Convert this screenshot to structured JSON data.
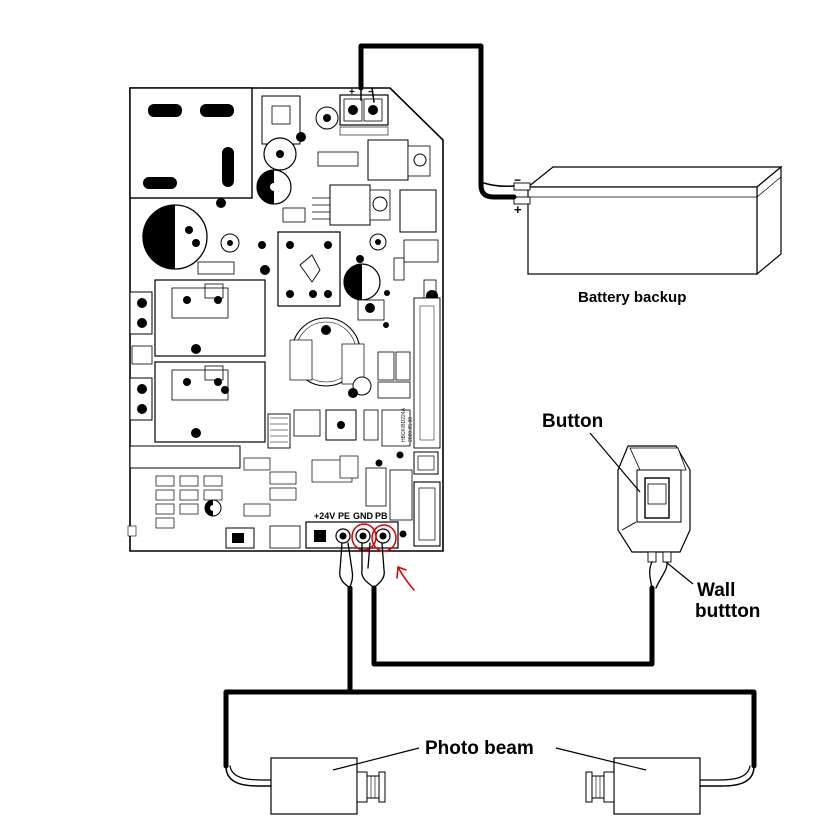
{
  "labels": {
    "battery": "Battery backup",
    "button": "Button",
    "wall_line1": "Wall",
    "wall_line2": "buttton",
    "photo_beam": "Photo beam"
  },
  "board": {
    "terminals": [
      "+24V",
      "PE",
      "GND",
      "PB"
    ],
    "battery_plus": "+",
    "battery_minus": "−",
    "battery_lead_minus": "−",
    "battery_lead_plus": "+",
    "vertical_marking_1": "HBCK/BD224A",
    "vertical_marking_2": "2020.05.08"
  },
  "colors": {
    "line": "#000000",
    "annotation": "#e00000",
    "background": "#ffffff"
  }
}
